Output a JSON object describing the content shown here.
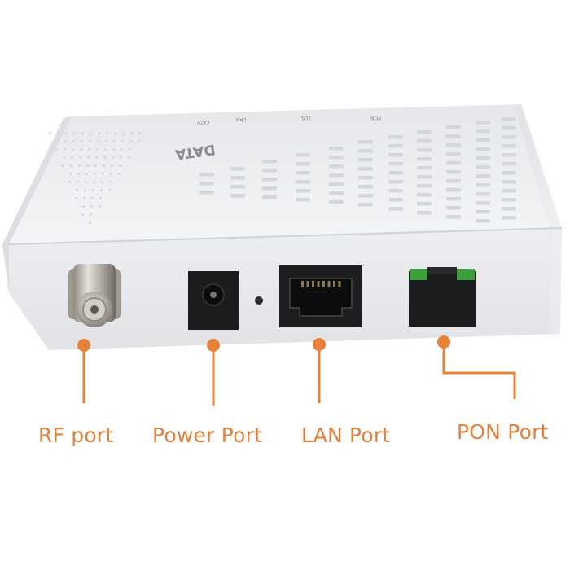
{
  "device": {
    "brand": "DATA",
    "led_labels": [
      "PON",
      "LOS",
      "LAN",
      "CATV"
    ],
    "body_color": "#eeeff1",
    "panel_color": "#e8e9ec",
    "vent_color": "#d3d6db"
  },
  "ports": [
    {
      "id": "rf",
      "label": "RF port"
    },
    {
      "id": "power",
      "label": "Power Port"
    },
    {
      "id": "lan",
      "label": "LAN Port"
    },
    {
      "id": "pon",
      "label": "PON Port"
    }
  ],
  "colors": {
    "callout": "#e8813a",
    "label": "#e2803c",
    "pon_green": "#3f9e3b"
  }
}
